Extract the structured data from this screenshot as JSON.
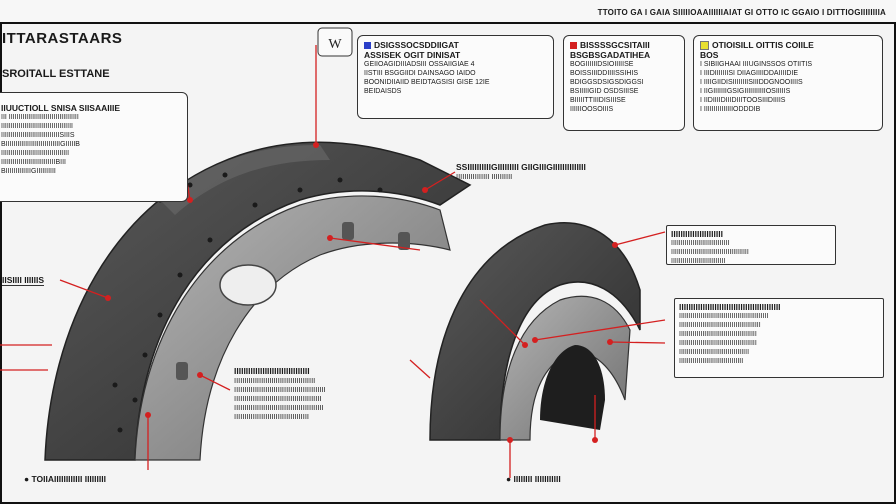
{
  "header": {
    "top_right": "TTOITO GA I GAIA SIIIIIOAAIIIIIIAIAT GI OTTO IC GGAIO I DITTIOGIIIIIIIIA"
  },
  "title": "ITTARASTAARS",
  "subtitle": "SROITALL ESTTANE",
  "boxes": {
    "box1": {
      "h1": "DSIGSSOCSDDIIGAT",
      "h2": "ASSISEK OGIT DINISAT",
      "lines": [
        "GEIIOAGIDIIIADSIII OSSAIIGIAE 4",
        "IISTIII BSGGIIDI DAINSAGO IAIDO",
        "BOONIDIIAIID BEIDTAGSISI GISE 12IE",
        "BEIDAISDS"
      ]
    },
    "box2": {
      "h1": "BISSSSGCSITAIII",
      "h2": "BSGBSGADATIHEA",
      "lines": [
        "BOGIIIIIIDSIOIIIIISE",
        "BOISSIIIDDIIIISSIHIS",
        "BDIGGSDSIGSDIGGSI",
        "BSIIIIIGID OSDSIIISE",
        "BIIIIITTIIIDISIIISE",
        "IIIIIIOOSOIIIS"
      ]
    },
    "box3": {
      "h1": "OTIOISILL OITTIS COIILE",
      "h2": "BOS",
      "lines": [
        "I SIBIIGHAAI IIIUGINSSOS OTIITIS",
        "I IIIDIIIIIIISI DIIAGIIIIDDAIIIIDIE",
        "I IIIIGIIDISIIIIIIIISIIIDDGNOOIIIIS",
        "I IIGIIIIIIIGSIGIIIIIIIIIIIOSIIIIIS",
        "I IIDIIIIDIIIDIIITOOSIIIDIIIIS",
        "I IIIIIIIIIIIIIIIODDDIB"
      ]
    }
  },
  "labels": {
    "l_main": {
      "h": "IIUUCTIOLL SNISA SIISAAIIIE",
      "lines": [
        "III IIIIIIIIIIIIIIIIIIIIIIIIIIIIIIIIIIII",
        "IIIIIIIIIIIIIIIIIIIIIIIIIIIIIIIIIIIII",
        "IIIIIIIIIIIIIIIIIIIIIIIIIIIIIISIIIS",
        "BIIIIIIIIIIIIIIIIIIIIIIIIIIIIGIIIIIB",
        "IIIIIIIIIIIIIIIIIIIIIIIIIIIIIIIIIII",
        "IIIIIIIIIIIIIIIIIIIIIIIIIIIIBIII",
        "BIIIIIIIIIIIIIGIIIIIIIIII"
      ]
    },
    "l_left": "IISIIII IIIIIIS",
    "l_center_top": {
      "h": "SSIIIIIIIIIIGIIIIIIIII GIIGIIIGIIIIIIIIIIIIII",
      "l": "IIIIIIIIIIIIIIII IIIIIIIIII"
    },
    "l_right1": {
      "h": "IIIIIIIIIIIIIIIIIIIIII",
      "lines": [
        "IIIIIIIIIIIIIIIIIIIIIIIIIIIIII",
        "IIIIIIIIIIIIIIIIIIIIIIIIIIIIIIIIIIIIIIII",
        "IIIIIIIIIIIIIIIIIIIIIIIIIIII"
      ]
    },
    "l_right2": {
      "h": "IIIIIIIIIIIIIIIIIIIIIIIIIIIIIIIIIIIIIIIIIII",
      "lines": [
        "IIIIIIIIIIIIIIIIIIIIIIIIIIIIIIIIIIIIIIIIIIIIII",
        "IIIIIIIIIIIIIIIIIIIIIIIIIIIIIIIIIIIIIIIIII",
        "IIIIIIIIIIIIIIIIIIIIIIIIIIIIIIIIIIIIIIII",
        "IIIIIIIIIIIIIIIIIIIIIIIIIIIIIIIIIIIIIIII",
        "IIIIIIIIIIIIIIIIIIIIIIIIIIIIIIIIIIII",
        "IIIIIIIIIIIIIIIIIIIIIIIIIIIIIIIII"
      ]
    },
    "l_bottom_center": {
      "h": "IIIIIIIIIIIIIIIIIIIIIIIIIIIIIIII",
      "lines": [
        "IIIIIIIIIIIIIIIIIIIIIIIIIIIIIIIIIIIIIII",
        "IIIIIIIIIIIIIIIIIIIIIIIIIIIIIIIIIIIIIIIIIIII",
        "IIIIIIIIIIIIIIIIIIIIIIIIIIIIIIIIIIIIIIIIII",
        "IIIIIIIIIIIIIIIIIIIIIIIIIIIIIIIIIIIIIIIIIII",
        "IIIIIIIIIIIIIIIIIIIIIIIIIIIIIIIIIIII"
      ]
    },
    "foot_left": "TOIIAIIIIIIIIIIII IIIIIIIII",
    "foot_mid": "IIIIIIII IIIIIIIIIII"
  },
  "colors": {
    "accent_red": "#d42020",
    "accent_blue": "#2a3fc8",
    "accent_yellow": "#e8e030",
    "shoe_dark": "#3e3e3e",
    "plate_grey": "#8c8c8c"
  }
}
